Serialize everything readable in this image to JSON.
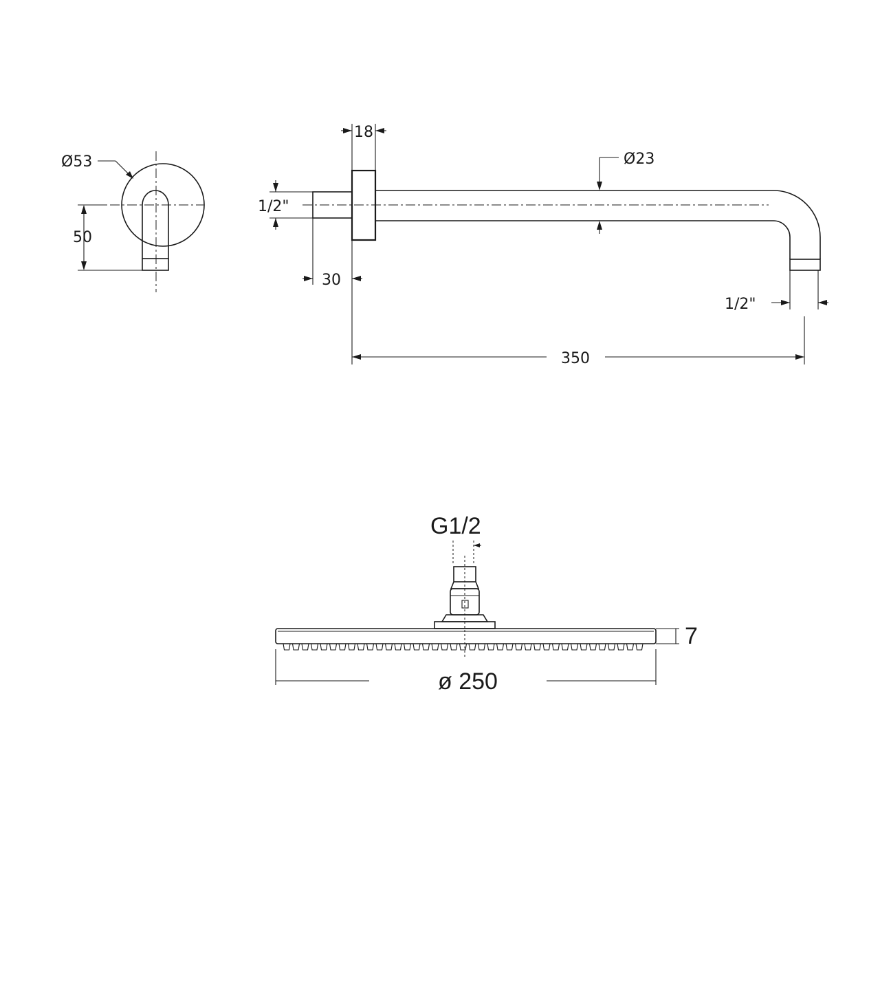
{
  "dimensions": {
    "flange_diameter": "Ø53",
    "wall_offset": "50",
    "flange_thickness": "18",
    "arm_diameter": "Ø23",
    "inlet_thread": "1/2\"",
    "thread_length": "30",
    "outlet_thread": "1/2\"",
    "arm_length": "350",
    "head_connection": "G1/2",
    "head_thickness": "7",
    "head_diameter": "ø 250"
  }
}
